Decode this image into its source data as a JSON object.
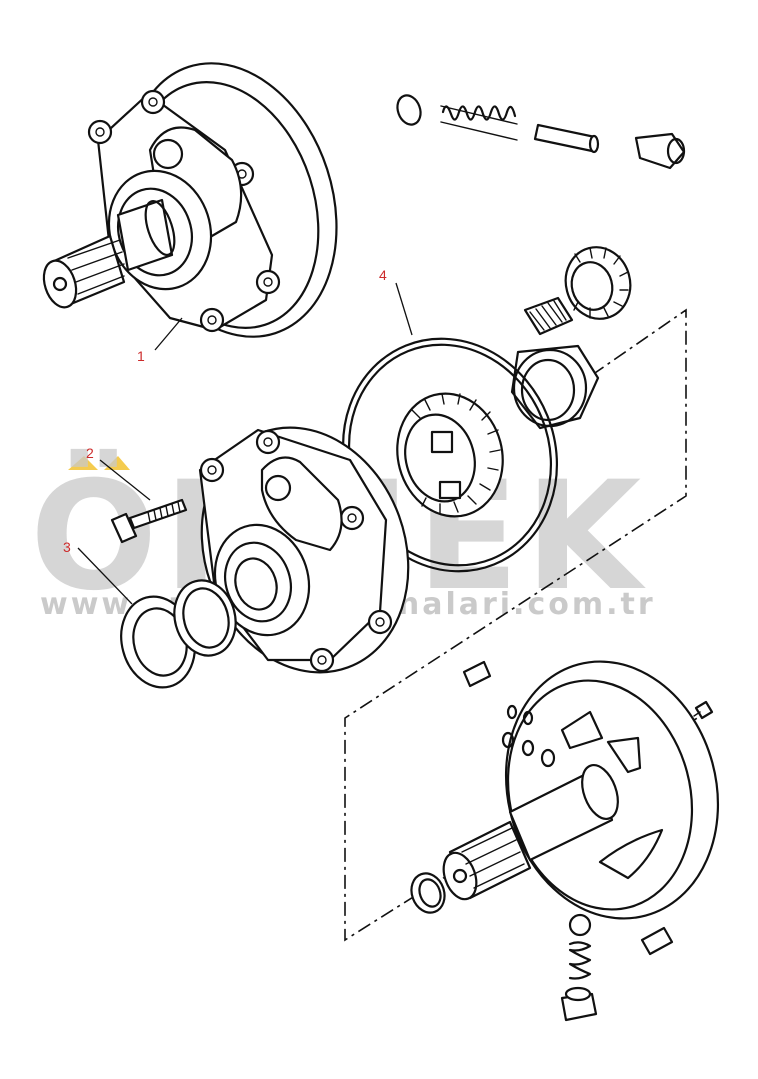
{
  "diagram": {
    "callouts": [
      {
        "id": "1",
        "label": "1",
        "color": "#cc2a2a"
      },
      {
        "id": "2",
        "label": "2",
        "color": "#cc2a2a"
      },
      {
        "id": "3",
        "label": "3",
        "color": "#cc2a2a"
      },
      {
        "id": "4",
        "label": "4",
        "color": "#cc2a2a"
      }
    ]
  },
  "watermark": {
    "logo_text": "ÖRNEK",
    "url_text": "www.ornekisımakinalari.com.tr",
    "color": "#c9c9c9",
    "accent_color": "#f2c230"
  }
}
